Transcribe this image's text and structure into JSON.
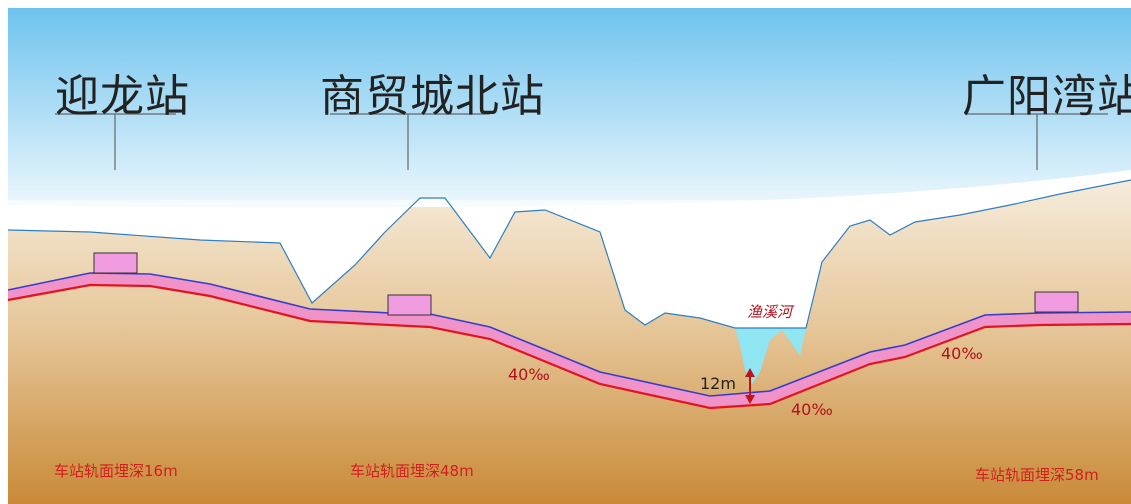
{
  "stations": [
    {
      "name": "迎龙站",
      "depth_label": "车站轨面埋深16m"
    },
    {
      "name": "商贸城北站",
      "depth_label": "车站轨面埋深48m"
    },
    {
      "name": "广阳湾站",
      "depth_label": "车站轨面埋深58m"
    }
  ],
  "river": {
    "name": "渔溪河",
    "clearance": "12m"
  },
  "gradients": [
    "40‰",
    "40‰",
    "40‰"
  ],
  "colors": {
    "sky_top": "#6ec3ee",
    "sky_bottom": "#ffffff",
    "ground_top": "#f3e4cc",
    "ground_bottom": "#c98a38",
    "tunnel_fill": "#ef93c8",
    "tunnel_top_line": "#3a3ad0",
    "tunnel_bottom_line": "#e3141e",
    "station_box": "#f19be0",
    "river": "#8fe6f2",
    "surface_line": "#2f7fbf",
    "label_red": "#b3121c"
  }
}
